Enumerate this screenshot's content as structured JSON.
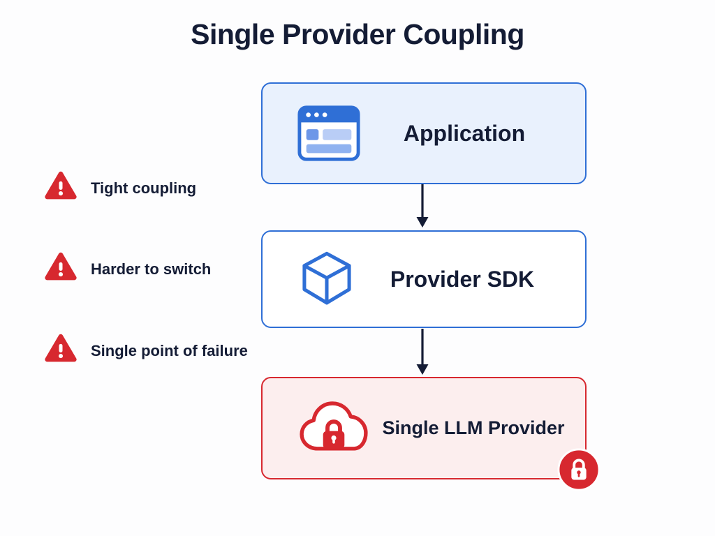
{
  "title": "Single Provider Coupling",
  "colors": {
    "navy_text": "#141c35",
    "blue_accent": "#2f6fd6",
    "light_blue_bg": "#e9f1fd",
    "red_accent": "#d7282f",
    "light_red_bg": "#fceeee"
  },
  "warnings": [
    {
      "icon": "warning-triangle-icon",
      "label": "Tight coupling"
    },
    {
      "icon": "warning-triangle-icon",
      "label": "Harder to switch"
    },
    {
      "icon": "warning-triangle-icon",
      "label": "Single point of failure"
    }
  ],
  "nodes": [
    {
      "icon": "browser-window-icon",
      "label": "Application"
    },
    {
      "icon": "cube-icon",
      "label": "Provider SDK"
    },
    {
      "icon": "cloud-lock-icon",
      "label": "Single LLM Provider"
    }
  ],
  "badges": [
    {
      "icon": "lock-badge-icon"
    }
  ]
}
